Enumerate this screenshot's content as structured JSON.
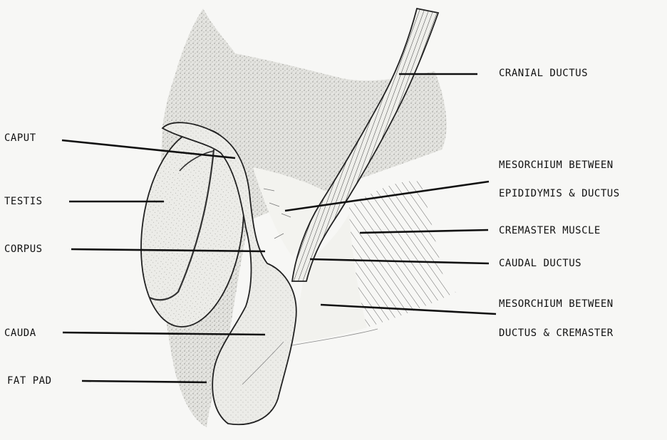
{
  "labels": {
    "left": {
      "caput": "CAPUT",
      "testis": "TESTIS",
      "corpus": "CORPUS",
      "cauda": "CAUDA",
      "fat_pad": "FAT PAD"
    },
    "right": {
      "cranial_ductus": "CRANIAL DUCTUS",
      "mesorchium_epididymis_line1": "MESORCHIUM BETWEEN",
      "mesorchium_epididymis_line2": "EPIDIDYMIS & DUCTUS",
      "cremaster_muscle": "CREMASTER MUSCLE",
      "caudal_ductus": "CAUDAL DUCTUS",
      "mesorchium_cremaster_line1": "MESORCHIUM BETWEEN",
      "mesorchium_cremaster_line2": "DUCTUS & CREMASTER"
    }
  },
  "colors": {
    "background": "#f7f7f5",
    "ink": "#111111",
    "stipple": "#b9b9b4"
  }
}
